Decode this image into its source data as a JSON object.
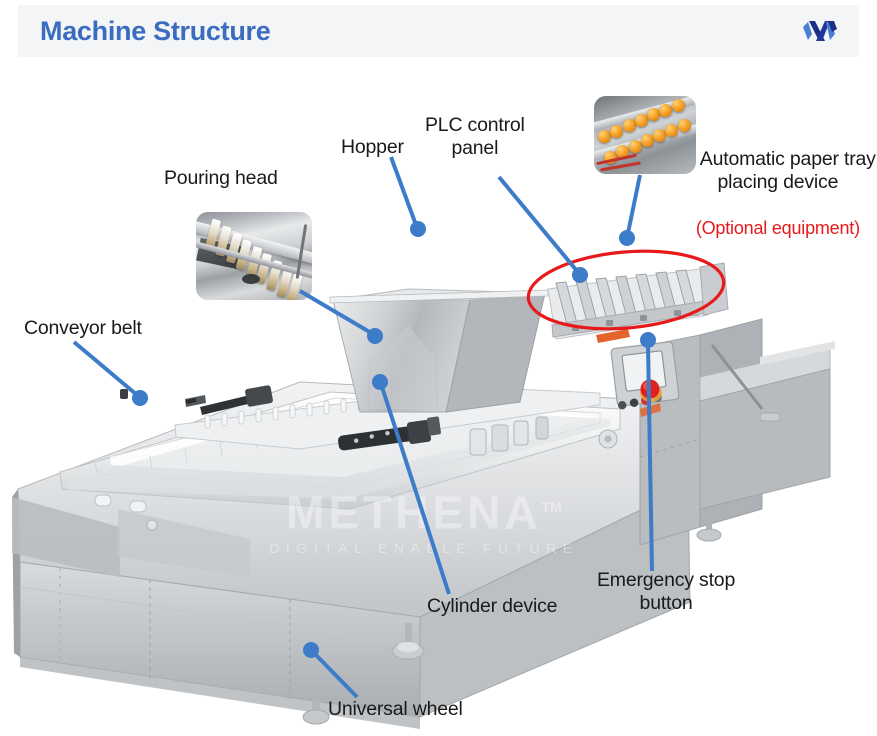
{
  "header": {
    "title": "Machine Structure",
    "logo_name": "methena-m-logo",
    "title_color": "#3a6cc0",
    "bar_bg": "#f4f5f6"
  },
  "watermark": {
    "brand": "METHENA",
    "tm": "TM",
    "tagline": "DIGITAL ENABLE FUTURE"
  },
  "colors": {
    "leader_line": "#3d7cc9",
    "callout_ellipse": "#e8191b",
    "label_text": "#1a1a1a",
    "optional_text": "#e8191b",
    "emergency_button": "#e02020"
  },
  "callouts": [
    {
      "id": "pouring-head",
      "label": "Pouring head"
    },
    {
      "id": "hopper",
      "label": "Hopper"
    },
    {
      "id": "plc-panel",
      "label": "PLC control\npanel"
    },
    {
      "id": "paper-tray",
      "label": "Automatic paper tray\nplacing device",
      "sub": "(Optional equipment)"
    },
    {
      "id": "conveyor-belt",
      "label": "Conveyor belt"
    },
    {
      "id": "cylinder",
      "label": "Cylinder device"
    },
    {
      "id": "emergency",
      "label": "Emergency stop\nbutton"
    },
    {
      "id": "universal",
      "label": "Universal wheel"
    }
  ],
  "insets": [
    {
      "id": "pouring-head-photo",
      "alt": "close-up of pouring nozzles"
    },
    {
      "id": "paper-tray-photo",
      "alt": "close-up of orange roller tray feeder"
    }
  ]
}
